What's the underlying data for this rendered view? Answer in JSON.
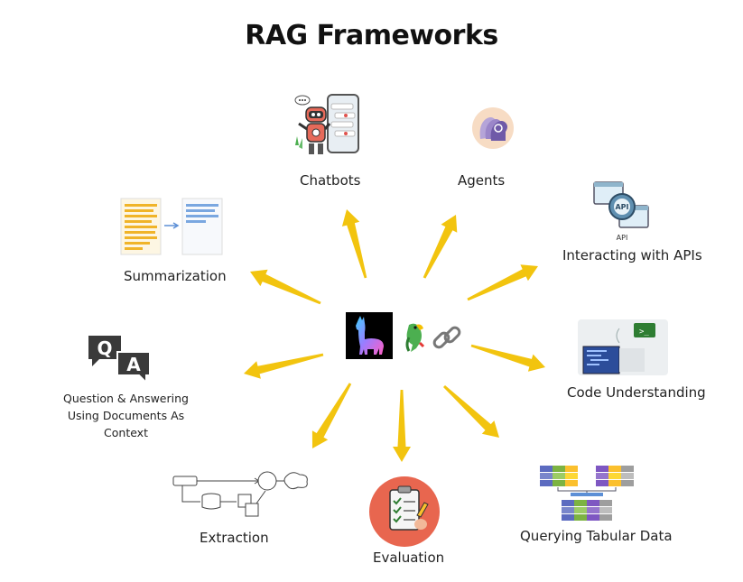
{
  "title": "RAG Frameworks",
  "colors": {
    "arrow": "#f2c40f"
  },
  "center_icons": [
    "llama-logo-icon",
    "parrot-icon",
    "chain-link-icon"
  ],
  "nodes": {
    "chatbots": {
      "label": "Chatbots",
      "icon": "chatbot-robot-icon"
    },
    "agents": {
      "label": "Agents",
      "icon": "agent-heads-icon"
    },
    "apis": {
      "label": "Interacting with APIs",
      "icon": "api-gear-icon",
      "icon_text": "API",
      "icon_caption": "API"
    },
    "code": {
      "label": "Code Understanding",
      "icon": "code-screen-icon"
    },
    "tabular": {
      "label": "Querying Tabular Data",
      "icon": "table-merge-icon"
    },
    "evaluation": {
      "label": "Evaluation",
      "icon": "clipboard-checklist-icon"
    },
    "extraction": {
      "label": "Extraction",
      "icon": "flowchart-icon"
    },
    "qa": {
      "label": "Question & Answering Using Documents As Context",
      "icon": "qa-bubbles-icon",
      "letters": [
        "Q",
        "A"
      ]
    },
    "summarization": {
      "label": "Summarization",
      "icon": "document-summary-icon"
    }
  }
}
